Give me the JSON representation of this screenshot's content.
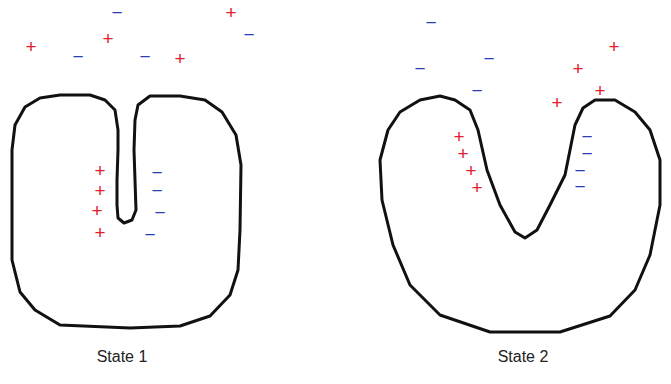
{
  "diagram": {
    "labels": [
      "−",
      "+",
      "−",
      "+",
      "+",
      "−",
      "−",
      "+",
      "+",
      "+",
      "+",
      "+",
      "−",
      "−",
      "−",
      "−",
      "−",
      "−",
      "−",
      "−",
      "+",
      "+",
      "+",
      "+",
      "+",
      "+",
      "+",
      "+",
      "−",
      "−",
      "−",
      "−",
      "State 1",
      "State 2"
    ]
  }
}
